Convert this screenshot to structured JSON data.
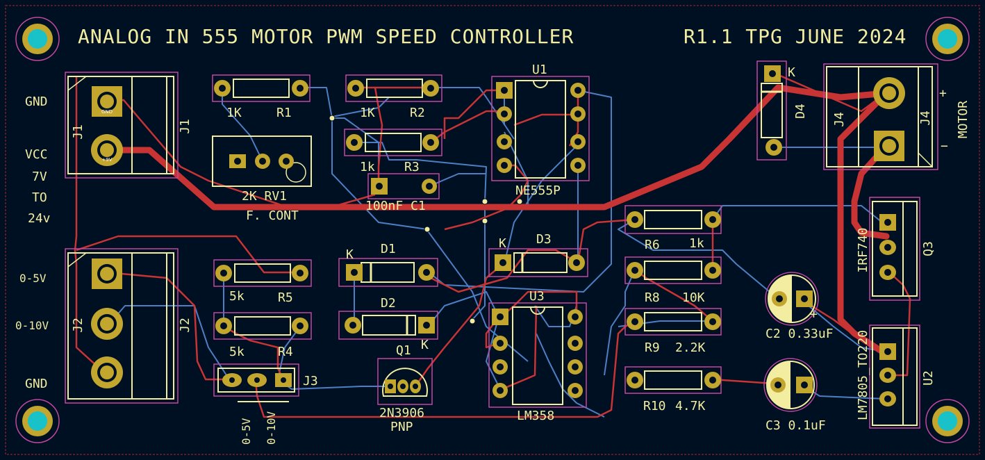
{
  "title": {
    "left": "ANALOG IN 555 MOTOR PWM SPEED CONTROLLER",
    "right": "R1.1 TPG JUNE 2024"
  },
  "connector_labels": {
    "gnd_top": "GND",
    "vcc": "VCC",
    "v7": "7V",
    "to": "TO",
    "v24": "24v",
    "in_05": "0-5V",
    "in_010": "0-10V",
    "gnd_bottom": "GND",
    "motor": "MOTOR",
    "plus": "+",
    "minus": "−",
    "j3_05": "0-5V",
    "j3_010": "0-10V",
    "plus_c2": "+"
  },
  "components": {
    "J1": "J1",
    "J1_side": "J1",
    "J2": "J2",
    "J2_side": "J2",
    "J3": "J3",
    "J4": "J4",
    "J4_side": "J4",
    "R1": "R1",
    "R1_val": "1K",
    "R2": "R2",
    "R2_val": "1K",
    "R3": "R3",
    "R3_val": "1k",
    "R4": "R4",
    "R4_val": "5k",
    "R5": "R5",
    "R5_val": "5k",
    "R6": "R6",
    "R6_val": "1k",
    "R8": "R8",
    "R8_val": "10K",
    "R9": "R9",
    "R9_val": "2.2K",
    "R10": "R10",
    "R10_val": "4.7K",
    "RV1": "2K  RV1",
    "RV1_sub": "F. CONT",
    "C1": "100nF C1",
    "C2": "C2 0.33uF",
    "C3": "C3 0.1uF",
    "D1": "D1",
    "D2": "D2",
    "D3": "D3",
    "D4": "D4",
    "K1": "K",
    "K2": "K",
    "K3": "K",
    "K4": "K",
    "U1": "U1",
    "U1_part": "NE555P",
    "U3": "U3",
    "U3_part": "LM358",
    "Q1": "Q1",
    "Q1_part": "2N3906",
    "Q1_type": "PNP",
    "Q3": "Q3",
    "Q3_part": "IRF740",
    "U2": "U2",
    "U2_part": "LM7805_TO220"
  },
  "pad_labels": {
    "j1_gnd": "GND",
    "j1_9v": "+9V"
  },
  "colors": {
    "board": "#001023",
    "copper_front": "#c83434",
    "copper_back": "#4d7fc4",
    "silkscreen": "#f2eda1",
    "pad": "#c2a62e",
    "courtyard": "#c2479e",
    "mounting_hole": "#19c2c8"
  }
}
